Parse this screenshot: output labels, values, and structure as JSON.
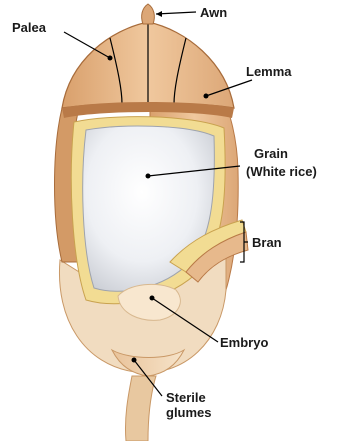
{
  "labels": {
    "awn": "Awn",
    "palea": "Palea",
    "lemma": "Lemma",
    "grain_line1": "Grain",
    "grain_line2": "(White rice)",
    "bran": "Bran",
    "embryo": "Embryo",
    "sterile_line1": "Sterile",
    "sterile_line2": "glumes"
  },
  "colors": {
    "husk": "#e7b98c",
    "husk_dark": "#c98f5c",
    "husk_light": "#f3d7b5",
    "husk_edge": "#b97a48",
    "grain": "#eef0f4",
    "bran_layer": "#f2dc93",
    "glume": "#f0d5b3",
    "embryo": "#f8e7cf"
  }
}
